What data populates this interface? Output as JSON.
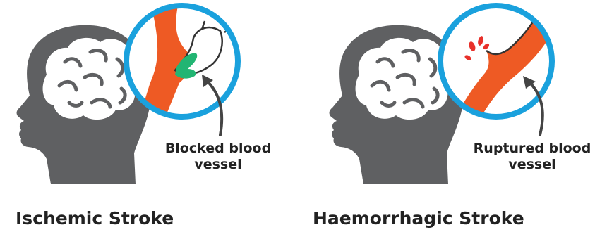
{
  "colors": {
    "head": "#5f6062",
    "brain": "#ffffff",
    "ring": "#1aa1dd",
    "vessel": "#ee5a24",
    "clot": "#22b573",
    "blood_splash": "#e8302a",
    "outline": "#333333"
  },
  "panels": [
    {
      "title": "Ischemic Stroke",
      "callout": "Blocked blood\nvessel",
      "icon": "clot-icon"
    },
    {
      "title": "Haemorrhagic Stroke",
      "callout": "Ruptured blood\nvessel",
      "icon": "rupture-icon"
    }
  ]
}
